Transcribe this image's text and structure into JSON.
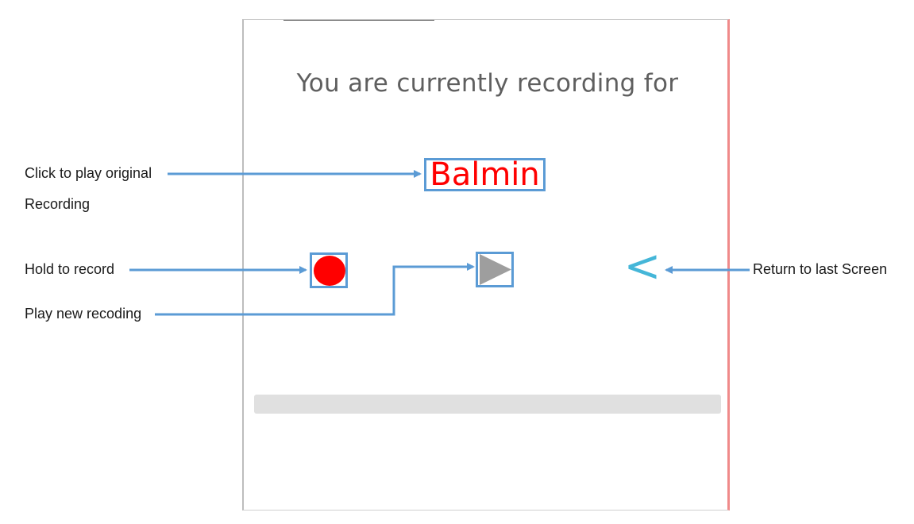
{
  "screen": {
    "title": "You are currently recording for",
    "word": "Balmin",
    "back_glyph": "<",
    "progress": 0
  },
  "annotations": {
    "play_original_line1": "Click to play original",
    "play_original_line2": "Recording",
    "hold_to_record": "Hold to record",
    "play_new": "Play new recoding",
    "return_last": "Return to last Screen"
  },
  "icons": {
    "record": "record-dot-icon",
    "play": "play-triangle-icon",
    "back": "chevron-left-icon"
  },
  "colors": {
    "title": "#5f5f5f",
    "word": "#ff0000",
    "record": "#ff0000",
    "play": "#9e9e9e",
    "back": "#45b6d8",
    "annotation_box": "#5b9bd5",
    "progress_track": "#e0e0e0",
    "frame_right_edge": "#f08a8a"
  }
}
